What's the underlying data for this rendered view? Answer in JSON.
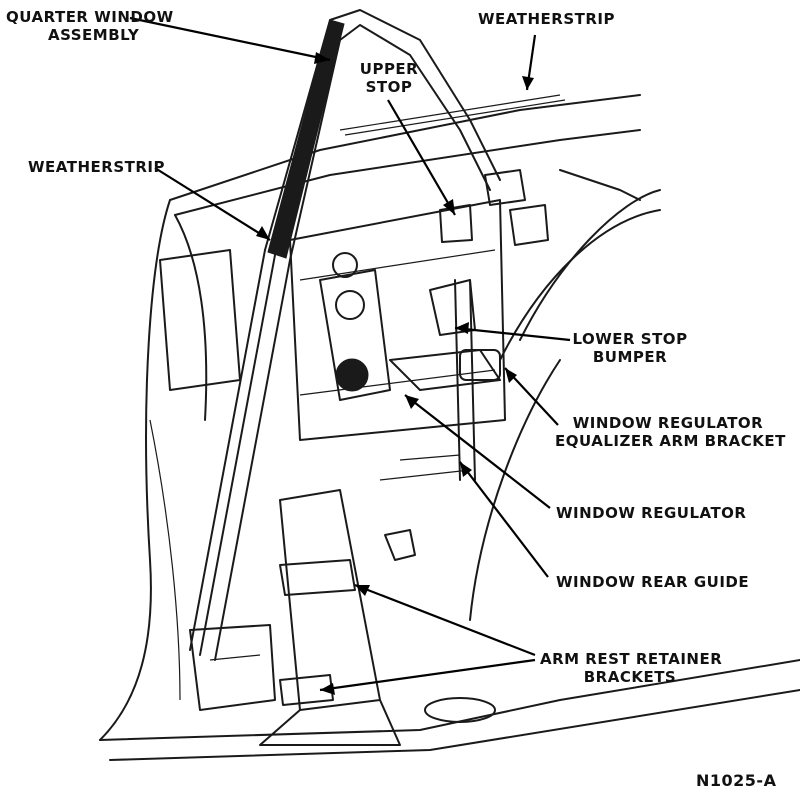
{
  "labels": {
    "quarter_window_line1": "QUARTER WINDOW",
    "quarter_window_line2": "ASSEMBLY",
    "weatherstrip_top": "WEATHERSTRIP",
    "upper_stop_line1": "UPPER",
    "upper_stop_line2": "STOP",
    "weatherstrip_left": "WEATHERSTRIP",
    "lower_stop_line1": "LOWER STOP",
    "lower_stop_line2": "BUMPER",
    "equalizer_line1": "WINDOW REGULATOR",
    "equalizer_line2": "EQUALIZER ARM BRACKET",
    "window_regulator": "WINDOW REGULATOR",
    "window_rear_guide": "WINDOW REAR GUIDE",
    "arm_rest_line1": "ARM REST RETAINER",
    "arm_rest_line2": "BRACKETS",
    "figure_id": "N1025-A"
  }
}
